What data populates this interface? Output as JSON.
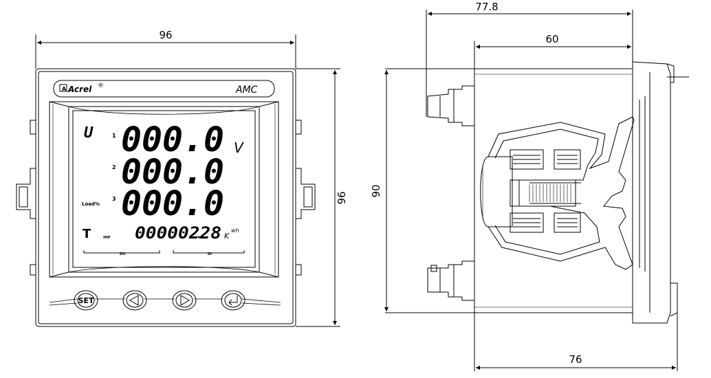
{
  "front_view": {
    "width_label": "96",
    "height_label": "96",
    "brand": "Acrel",
    "registered_mark": "®",
    "model": "AMC",
    "display": {
      "param_symbol": "U",
      "row1": {
        "index": "1",
        "value": "000.0",
        "unit": "V"
      },
      "row2": {
        "index": "2",
        "value": "000.0"
      },
      "row3": {
        "index": "3",
        "value": "000.0",
        "side_label": "Load%"
      },
      "energy": {
        "symbol": "T",
        "tag": "IMP",
        "value": "00000228",
        "decimal": "228",
        "unit_prefix": "K",
        "unit_suffix": "wh"
      },
      "scale_left": "DO",
      "scale_right": "DI"
    },
    "buttons": [
      {
        "label": "SET",
        "icon": "set-icon"
      },
      {
        "icon": "left-arrow-icon"
      },
      {
        "icon": "right-arrow-icon"
      },
      {
        "icon": "enter-icon"
      }
    ]
  },
  "side_view": {
    "overall_depth_label": "77.8",
    "body_depth_label": "60",
    "height_label": "90",
    "bottom_depth_label": "76"
  },
  "colors": {
    "line": "#000000",
    "background": "#ffffff"
  }
}
